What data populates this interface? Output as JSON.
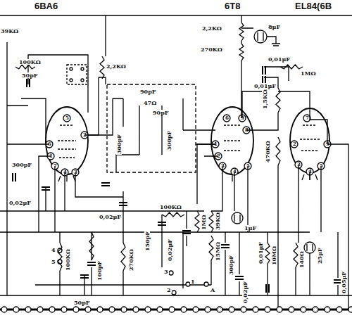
{
  "diagram": {
    "labels": [
      "6BA6",
      "6T8",
      "EL84(6B",
      "39KΩ",
      "100KΩ",
      "50pF",
      "2,2KΩ",
      "2,2KΩ",
      "270KΩ",
      "8μF",
      "0,01μF",
      "0,01μF",
      "1MΩ",
      "90pF",
      "47Ω",
      "90pF",
      "300pF",
      "300pF",
      "1,5KΩ",
      "470KΩ",
      "300pF",
      "0,02μF",
      "0,02μF",
      "100KΩ",
      "1MΩ",
      "39KΩ",
      "1μF",
      "150pF",
      "270KΩ",
      "100pF",
      "100KΩ",
      "0,02μF",
      "15MΩ",
      "300pF",
      "0,02μF",
      "0,01μF",
      "10MΩ",
      "140Ω",
      "25μF",
      "0,05μF",
      "50pF",
      "4",
      "5",
      "3",
      "1",
      "2",
      "A",
      "5",
      "2",
      "6",
      "1",
      "7",
      "4",
      "3",
      "6",
      "9",
      "8",
      "1",
      "2",
      "3",
      "4",
      "5",
      "7",
      "2",
      "9",
      "3",
      "4",
      "5"
    ]
  }
}
